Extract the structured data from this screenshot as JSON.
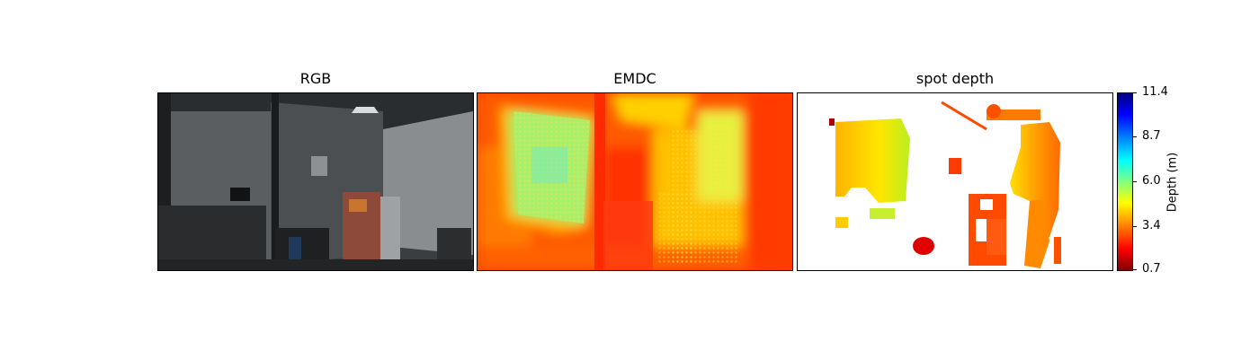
{
  "panels": {
    "rgb": {
      "title": "RGB"
    },
    "emdc": {
      "title": "EMDC"
    },
    "spot": {
      "title": "spot depth"
    }
  },
  "colorbar": {
    "label": "Depth (m)",
    "min": 0.7,
    "max": 11.4,
    "ticks": [
      "0.7",
      "3.4",
      "6.0",
      "8.7",
      "11.4"
    ],
    "colormap": "jet_r"
  },
  "chart_data": {
    "type": "heatmap",
    "subplots": [
      "RGB",
      "EMDC",
      "spot depth"
    ],
    "colorbar_label": "Depth (m)",
    "vmin": 0.7,
    "vmax": 11.4,
    "colorbar_ticks": [
      0.7,
      3.4,
      6.0,
      8.7,
      11.4
    ],
    "grid": false
  }
}
